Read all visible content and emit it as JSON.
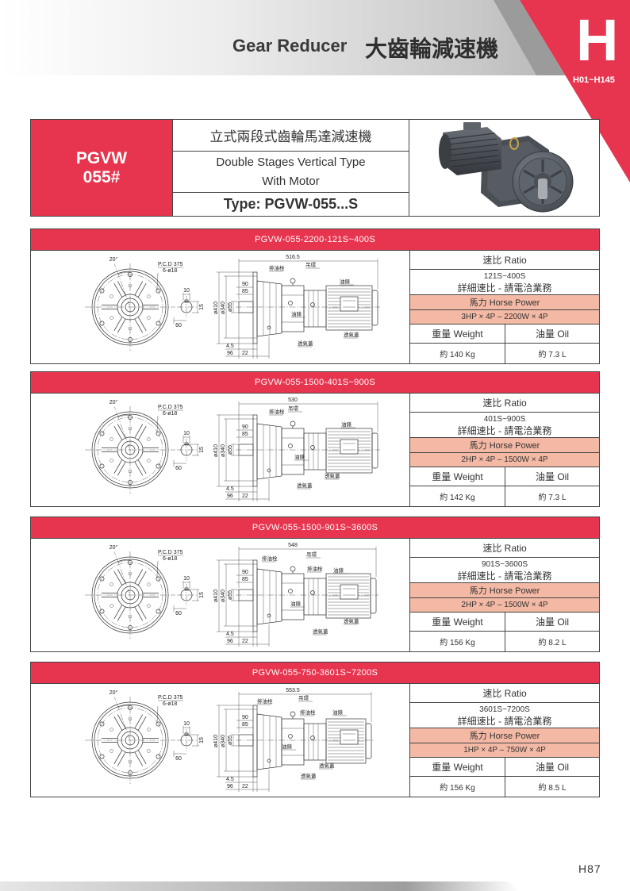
{
  "header": {
    "title_en": "Gear Reducer",
    "title_zh": "大齒輪減速機",
    "section_letter": "H",
    "section_range": "H01~H145"
  },
  "product": {
    "model_line1": "PGVW",
    "model_line2": "055#",
    "name_zh": "立式兩段式齒輪馬達減速機",
    "name_en_line1": "Double Stages Vertical Type",
    "name_en_line2": "With Motor",
    "type": "Type: PGVW-055...S"
  },
  "drawing_labels": {
    "angle": "20°",
    "pcd": "P.C.D 375",
    "holes": "6-ø18",
    "key_width": "10",
    "key_height": "15",
    "key_offset": "60",
    "dim_90": "90",
    "dim_85": "85",
    "dia_410": "ø410",
    "dia_340": "ø340",
    "dia_55": "ø55",
    "dim_4_5": "4.5",
    "dim_96": "96",
    "dim_22": "22"
  },
  "sections": [
    {
      "title": "PGVW-055-2200-121S~400S",
      "overall_length": "516.5",
      "callouts": [
        "排油栓",
        "吊環",
        "油錶",
        "油錶",
        "透氣蓋",
        "透氣蓋"
      ],
      "ratio_label": "速比 Ratio",
      "ratio": "121S~400S",
      "ratio_note": "詳細速比 - 請電洽業務",
      "hp_label": "馬力 Horse Power",
      "hp": "3HP × 4P – 2200W × 4P",
      "weight_label": "重量 Weight",
      "oil_label": "油量 Oil",
      "weight": "約 140 Kg",
      "oil": "約 7.3 L"
    },
    {
      "title": "PGVW-055-1500-401S~900S",
      "overall_length": "530",
      "callouts": [
        "排油栓",
        "吊環",
        "油錶",
        "油錶",
        "透氣蓋",
        "透氣蓋"
      ],
      "ratio_label": "速比 Ratio",
      "ratio": "401S~900S",
      "ratio_note": "詳細速比 - 請電洽業務",
      "hp_label": "馬力 Horse Power",
      "hp": "2HP × 4P – 1500W × 4P",
      "weight_label": "重量 Weight",
      "oil_label": "油量 Oil",
      "weight": "約 142 Kg",
      "oil": "約 7.3 L"
    },
    {
      "title": "PGVW-055-1500-901S~3600S",
      "overall_length": "548",
      "callouts": [
        "吊環",
        "排油栓",
        "排油栓",
        "油錶",
        "油錶",
        "透氣蓋",
        "透氣蓋"
      ],
      "ratio_label": "速比 Ratio",
      "ratio": "901S~3600S",
      "ratio_note": "詳細速比 - 請電洽業務",
      "hp_label": "馬力 Horse Power",
      "hp": "2HP × 4P – 1500W × 4P",
      "weight_label": "重量 Weight",
      "oil_label": "油量 Oil",
      "weight": "約 156 Kg",
      "oil": "約 8.2 L"
    },
    {
      "title": "PGVW-055-750-3601S~7200S",
      "overall_length": "553.5",
      "callouts": [
        "吊環",
        "排油栓",
        "排油栓",
        "油錶",
        "油錶",
        "透氣蓋",
        "透氣蓋"
      ],
      "ratio_label": "速比 Ratio",
      "ratio": "3601S~7200S",
      "ratio_note": "詳細速比 - 請電洽業務",
      "hp_label": "馬力 Horse Power",
      "hp": "1HP × 4P – 750W × 4P",
      "weight_label": "重量 Weight",
      "oil_label": "油量 Oil",
      "weight": "約 156 Kg",
      "oil": "約 8.5 L"
    }
  ],
  "footer": {
    "page": "H87"
  },
  "colors": {
    "accent_red": "#e8354f",
    "power_row": "#f4b9a5"
  }
}
